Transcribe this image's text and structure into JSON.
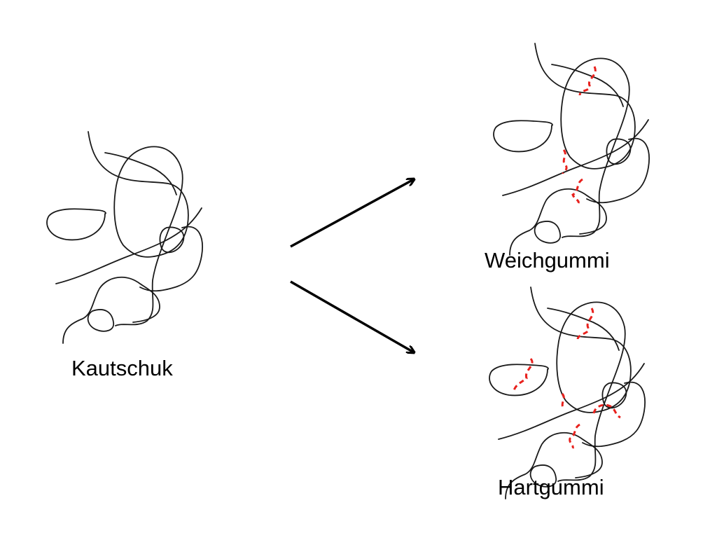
{
  "labels": {
    "raw": "Kautschuk",
    "soft": "Weichgummi",
    "hard": "Hartgummi"
  },
  "colors": {
    "chain": "#1a1a1a",
    "crosslink": "#e8211d",
    "arrow": "#000000",
    "background": "#ffffff"
  }
}
